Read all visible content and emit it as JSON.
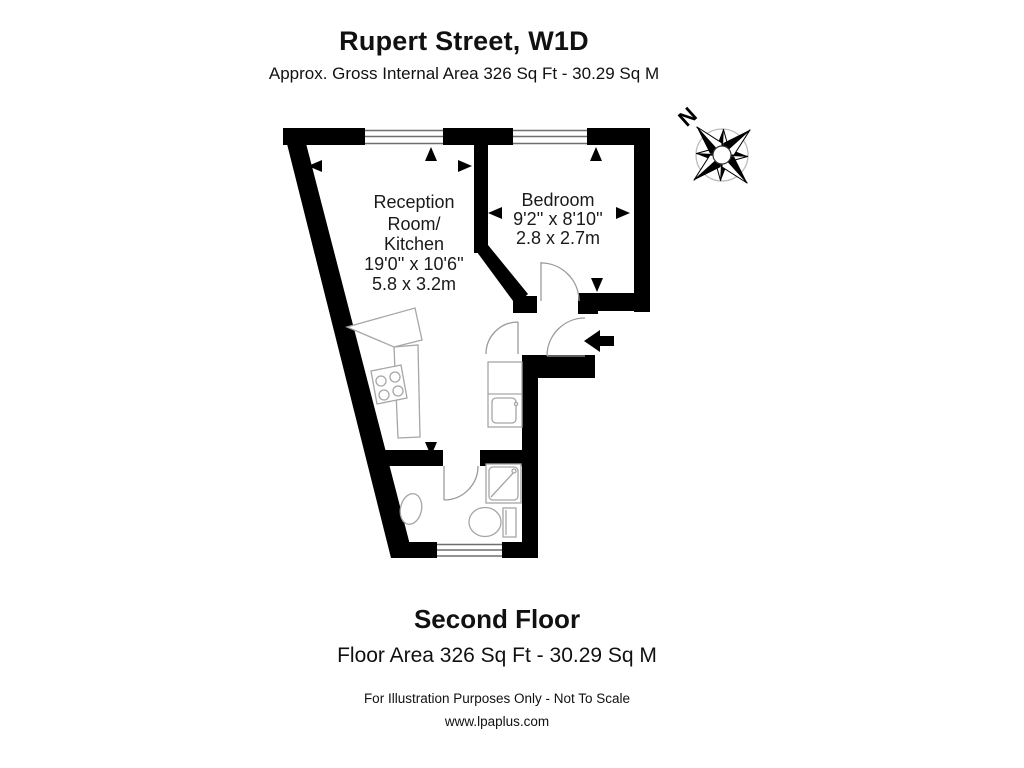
{
  "header": {
    "title": "Rupert Street, W1D",
    "subtitle": "Approx. Gross Internal Area 326 Sq Ft - 30.29 Sq M"
  },
  "plan": {
    "compass_label": "N",
    "reception": {
      "line1": "Reception",
      "line2": "Room/",
      "line3": "Kitchen",
      "dims_imperial": "19'0'' x 10'6''",
      "dims_metric": "5.8 x 3.2m"
    },
    "bedroom": {
      "line1": "Bedroom",
      "dims_imperial": "9'2'' x 8'10''",
      "dims_metric": "2.8 x 2.7m"
    }
  },
  "footer": {
    "floor_label": "Second Floor",
    "floor_area": "Floor Area 326 Sq Ft - 30.29 Sq M",
    "disclaimer": "For Illustration Purposes Only - Not To Scale",
    "website": "www.lpaplus.com"
  },
  "colors": {
    "wall": "#000000",
    "fixture_outline": "#a6a6a6",
    "text": "#111111"
  }
}
